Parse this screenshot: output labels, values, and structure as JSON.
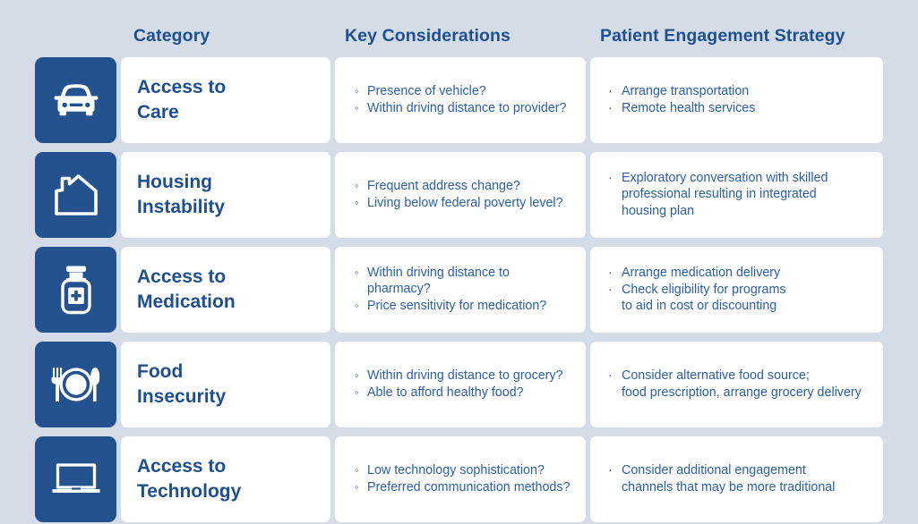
{
  "headers": {
    "category": "Category",
    "key_considerations": "Key Considerations",
    "patient_engagement_strategy": "Patient Engagement Strategy"
  },
  "colors": {
    "background": "#d4dce7",
    "icon_tile": "#23528f",
    "card": "#ffffff",
    "heading_text": "#1d4f91",
    "body_text": "#2b5fa8"
  },
  "bullets": {
    "key_considerations": "◦",
    "patient_engagement_strategy": "·"
  },
  "rows": [
    {
      "icon": "car-icon",
      "category": [
        "Access to",
        "Care"
      ],
      "key_considerations": [
        "Presence of vehicle?",
        "Within driving distance to provider?"
      ],
      "strategy": [
        [
          "Arrange transportation"
        ],
        [
          "Remote health services"
        ]
      ]
    },
    {
      "icon": "house-icon",
      "category": [
        "Housing",
        "Instability"
      ],
      "key_considerations": [
        "Frequent address change?",
        "Living below federal poverty level?"
      ],
      "strategy": [
        [
          "Exploratory conversation with skilled",
          "professional resulting in integrated",
          "housing plan"
        ]
      ]
    },
    {
      "icon": "medicine-bottle-icon",
      "category": [
        "Access to",
        "Medication"
      ],
      "key_considerations": [
        "Within driving distance to pharmacy?",
        "Price sensitivity for medication?"
      ],
      "strategy": [
        [
          "Arrange medication delivery"
        ],
        [
          "Check eligibility for programs",
          "to aid in cost or discounting"
        ]
      ]
    },
    {
      "icon": "plate-utensils-icon",
      "category": [
        "Food",
        "Insecurity"
      ],
      "key_considerations": [
        "Within driving distance to grocery?",
        "Able to afford healthy food?"
      ],
      "strategy": [
        [
          "Consider alternative food source;",
          "food prescription, arrange grocery delivery"
        ]
      ]
    },
    {
      "icon": "laptop-icon",
      "category": [
        "Access to",
        "Technology"
      ],
      "key_considerations": [
        "Low technology sophistication?",
        "Preferred communication methods?"
      ],
      "strategy": [
        [
          "Consider additional engagement",
          "channels that may be more traditional"
        ]
      ]
    }
  ]
}
